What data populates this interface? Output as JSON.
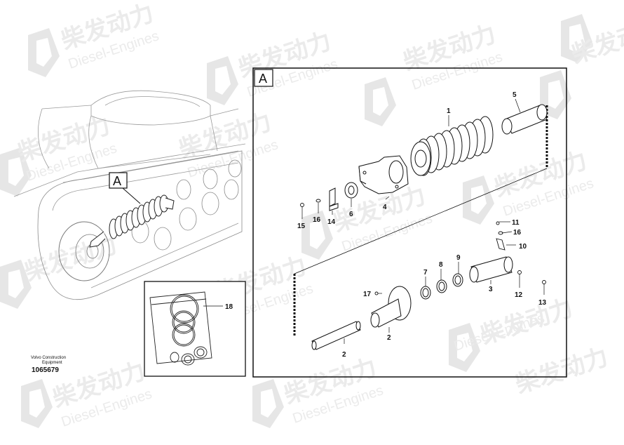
{
  "watermark": {
    "brand_cn": "柴发动力",
    "brand_en": "Diesel-Engines",
    "color": "#e9e9e9"
  },
  "detail_label": "A",
  "kit_callout": "18",
  "callouts": [
    "1",
    "5",
    "2",
    "3",
    "4",
    "6",
    "7",
    "8",
    "9",
    "10",
    "11",
    "12",
    "13",
    "14",
    "15",
    "16",
    "16",
    "17",
    "2"
  ],
  "caption": {
    "company": "Volvo Construction",
    "equipment": "Equipment",
    "number": "1065679"
  }
}
